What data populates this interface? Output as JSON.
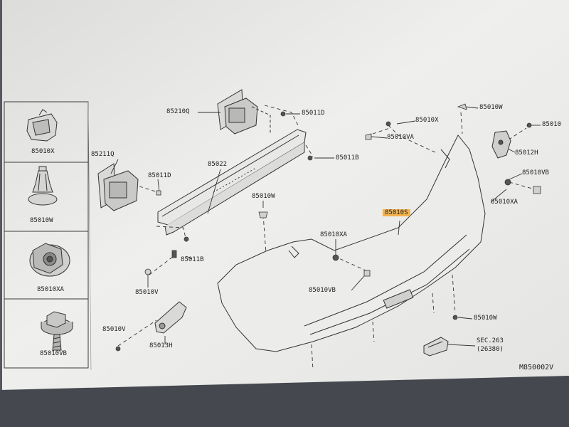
{
  "diagram": {
    "code": "M850002V",
    "sidebar": [
      {
        "part": "85010X",
        "icon": "push-clip-icon"
      },
      {
        "part": "85010W",
        "icon": "rivet-clip-icon"
      },
      {
        "part": "85010XA",
        "icon": "hex-nut-clip-icon"
      },
      {
        "part": "85010VB",
        "icon": "bolt-icon"
      }
    ],
    "labels": {
      "l85210Q": "85210Q",
      "l85011D_top": "85011D",
      "l85211Q": "85211Q",
      "l85011D_left": "85011D",
      "l85022": "85022",
      "l85011B_right": "85011B",
      "l85011B_left": "85011B",
      "l85010V_a": "85010V",
      "l85010V_b": "85010V",
      "l85013H": "85013H",
      "l85010W_mid": "85010W",
      "l85010XA_mid": "85010XA",
      "l85010VB_mid": "85010VB",
      "l85010S": "85010S",
      "l85010X_top": "85010X",
      "l85010VA": "85010VA",
      "l85010W_top": "85010W",
      "l85010_edge": "85010",
      "l85012H": "85012H",
      "l85010VB_right": "85010VB",
      "l85010XA_right": "85010XA",
      "l85010W_bottom": "85010W",
      "sec_ref": "SEC.263",
      "sec_sub": "(26380)"
    },
    "colors": {
      "highlight": "#f2b24c",
      "paper": "#ededeb",
      "ink": "#2a2a2a"
    }
  }
}
